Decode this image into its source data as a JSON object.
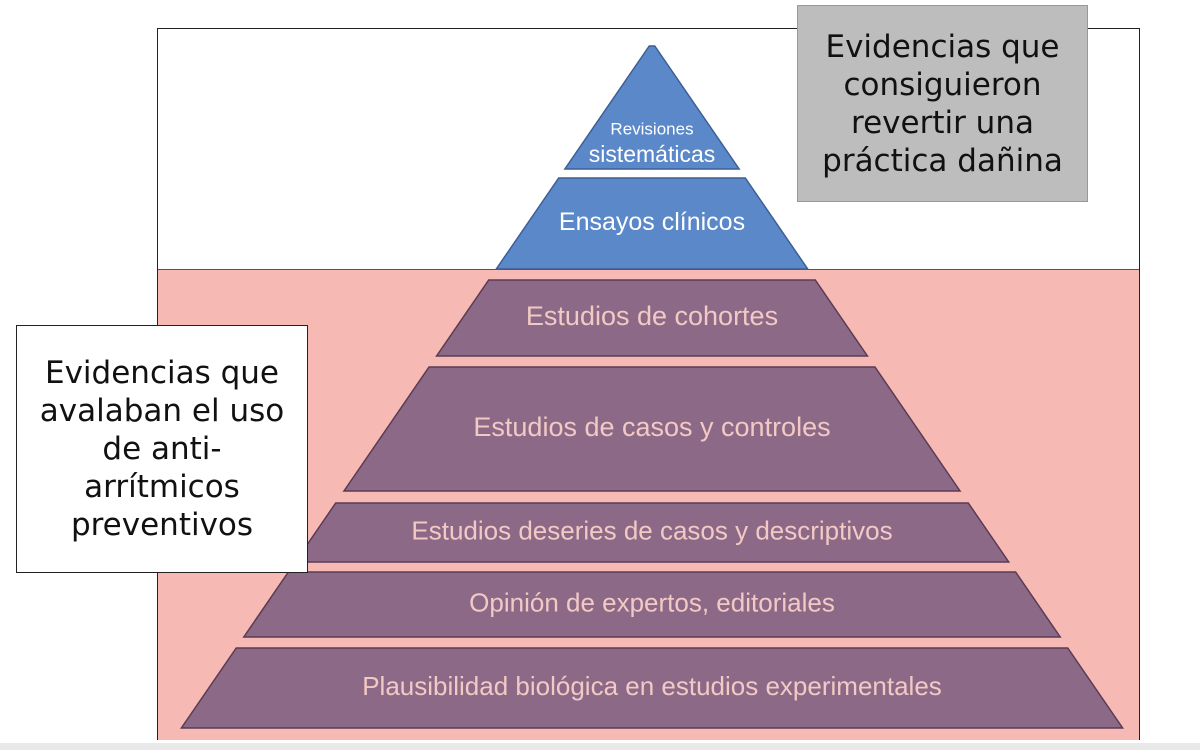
{
  "pyramid": {
    "tiers": [
      {
        "id": "systematic-reviews",
        "lines": [
          "Revisiones",
          "sistemáticas"
        ],
        "fill": "#5b88c9"
      },
      {
        "id": "clinical-trials",
        "lines": [
          "Ensayos clínicos"
        ],
        "fill": "#5b88c9"
      },
      {
        "id": "cohort-studies",
        "lines": [
          "Estudios de  cohortes"
        ],
        "fill": "#8c6a87"
      },
      {
        "id": "case-control-studies",
        "lines": [
          "Estudios de casos y controles"
        ],
        "fill": "#8c6a87"
      },
      {
        "id": "case-series-descriptive",
        "lines": [
          "Estudios deseries de  casos y descriptivos"
        ],
        "fill": "#8c6a87"
      },
      {
        "id": "expert-opinion",
        "lines": [
          "Opinión de  expertos, editoriales"
        ],
        "fill": "#8c6a87"
      },
      {
        "id": "biological-plausibility",
        "lines": [
          "Plausibilidad biológica en estudios experimentales"
        ],
        "fill": "#8c6a87"
      }
    ],
    "top_label_color": "#ffffff",
    "lower_label_color": "#f2c9c4"
  },
  "callouts": {
    "top_right": {
      "lines": [
        "Evidencias que",
        "consiguieron",
        "revertir una",
        "práctica dañina"
      ]
    },
    "left": {
      "lines": [
        "Evidencias que",
        "avalaban el uso",
        "de anti-",
        "arrítmicos",
        "preventivos"
      ]
    }
  },
  "colors": {
    "pink_band": "#f7b9b3",
    "callout_grey": "#bdbdbd",
    "blue_tier": "#5b88c9",
    "mauve_tier": "#8c6a87"
  }
}
